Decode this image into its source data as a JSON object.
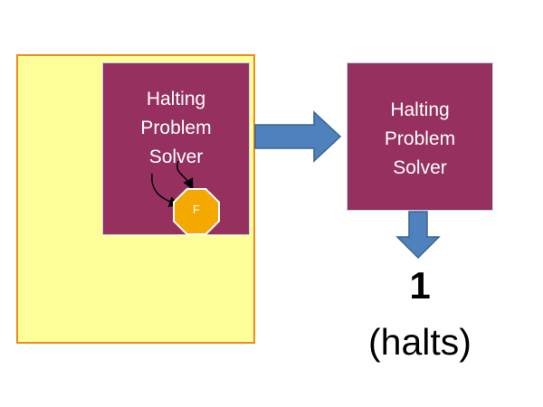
{
  "inner_solver": {
    "lines": [
      "Halting",
      "Problem",
      "Solver"
    ]
  },
  "outer_solver": {
    "lines": [
      "Halting",
      "Problem",
      "Solver"
    ]
  },
  "octagon": {
    "label": "F"
  },
  "result": {
    "value": "1",
    "label": "(halts)"
  },
  "colors": {
    "program_box_fill": "#FFFF99",
    "program_box_border": "#F08A1A",
    "solver_fill": "#96305F",
    "solver_border": "#BFD9F2",
    "octagon_fill": "#F5A800",
    "arrow_fill": "#4F81BD",
    "arrow_stroke": "#3A6594"
  },
  "icons": {
    "octagon": "octagon-icon",
    "right_arrow": "right-arrow-icon",
    "down_arrow": "down-arrow-icon",
    "curved_arrows": "curved-arrow-icon"
  }
}
